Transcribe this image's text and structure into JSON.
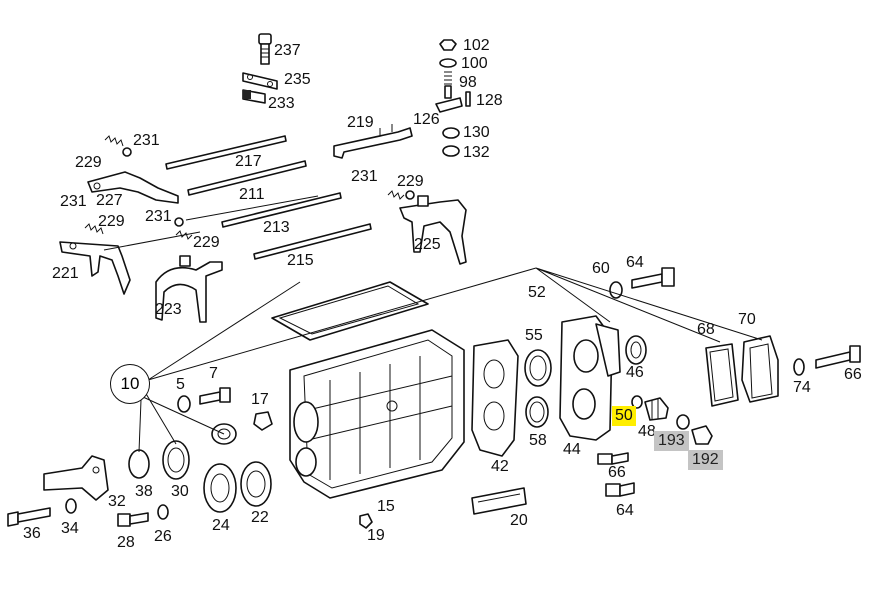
{
  "highlight_colors": {
    "selected": "#ffee00",
    "related": "#c4c4c4"
  },
  "labels": {
    "p237": "237",
    "p235": "235",
    "p233": "233",
    "p102": "102",
    "p100": "100",
    "p98": "98",
    "p128": "128",
    "p126": "126",
    "p130": "130",
    "p132": "132",
    "p219": "219",
    "p231a": "231",
    "p229a": "229",
    "p217": "217",
    "p227": "227",
    "p211": "211",
    "p231b": "231",
    "p229b": "229",
    "p231c": "231",
    "p229c": "229",
    "p213": "213",
    "p231d": "231",
    "p229d": "229",
    "p225": "225",
    "p221": "221",
    "p215": "215",
    "p223": "223",
    "p60": "60",
    "p64a": "64",
    "p52": "52",
    "p55": "55",
    "p46": "46",
    "p68": "68",
    "p70": "70",
    "p74": "74",
    "p66a": "66",
    "p10": "10",
    "p5": "5",
    "p7": "7",
    "p17": "17",
    "p50": "50",
    "p48": "48",
    "p193": "193",
    "p192": "192",
    "p42": "42",
    "p58": "58",
    "p44": "44",
    "p66b": "66",
    "p64b": "64",
    "p38": "38",
    "p30": "30",
    "p32": "32",
    "p24": "24",
    "p22": "22",
    "p36": "36",
    "p34": "34",
    "p28": "28",
    "p26": "26",
    "p15": "15",
    "p19": "19",
    "p20": "20"
  }
}
